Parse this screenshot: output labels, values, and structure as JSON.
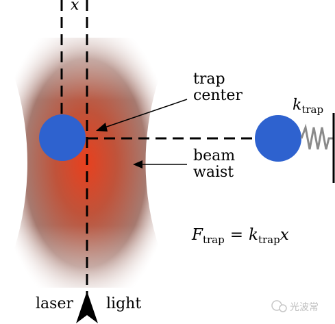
{
  "labels": {
    "x": "x",
    "trap_center_line1": "trap",
    "trap_center_line2": "center",
    "beam_waist_line1": "beam",
    "beam_waist_line2": "waist",
    "laser": "laser",
    "light": "light",
    "k_symbol": "k",
    "k_sub": "trap",
    "formula_F": "F",
    "formula_F_sub": "trap",
    "formula_eq": "=",
    "formula_k": "k",
    "formula_k_sub": "trap",
    "formula_x": "x"
  },
  "watermark": "光波常",
  "colors": {
    "bead": "#2e62cf",
    "beam_core": "#e8401e",
    "beam_edge": "#a08680",
    "spring": "#8a8a8a",
    "lines": "#000000"
  }
}
